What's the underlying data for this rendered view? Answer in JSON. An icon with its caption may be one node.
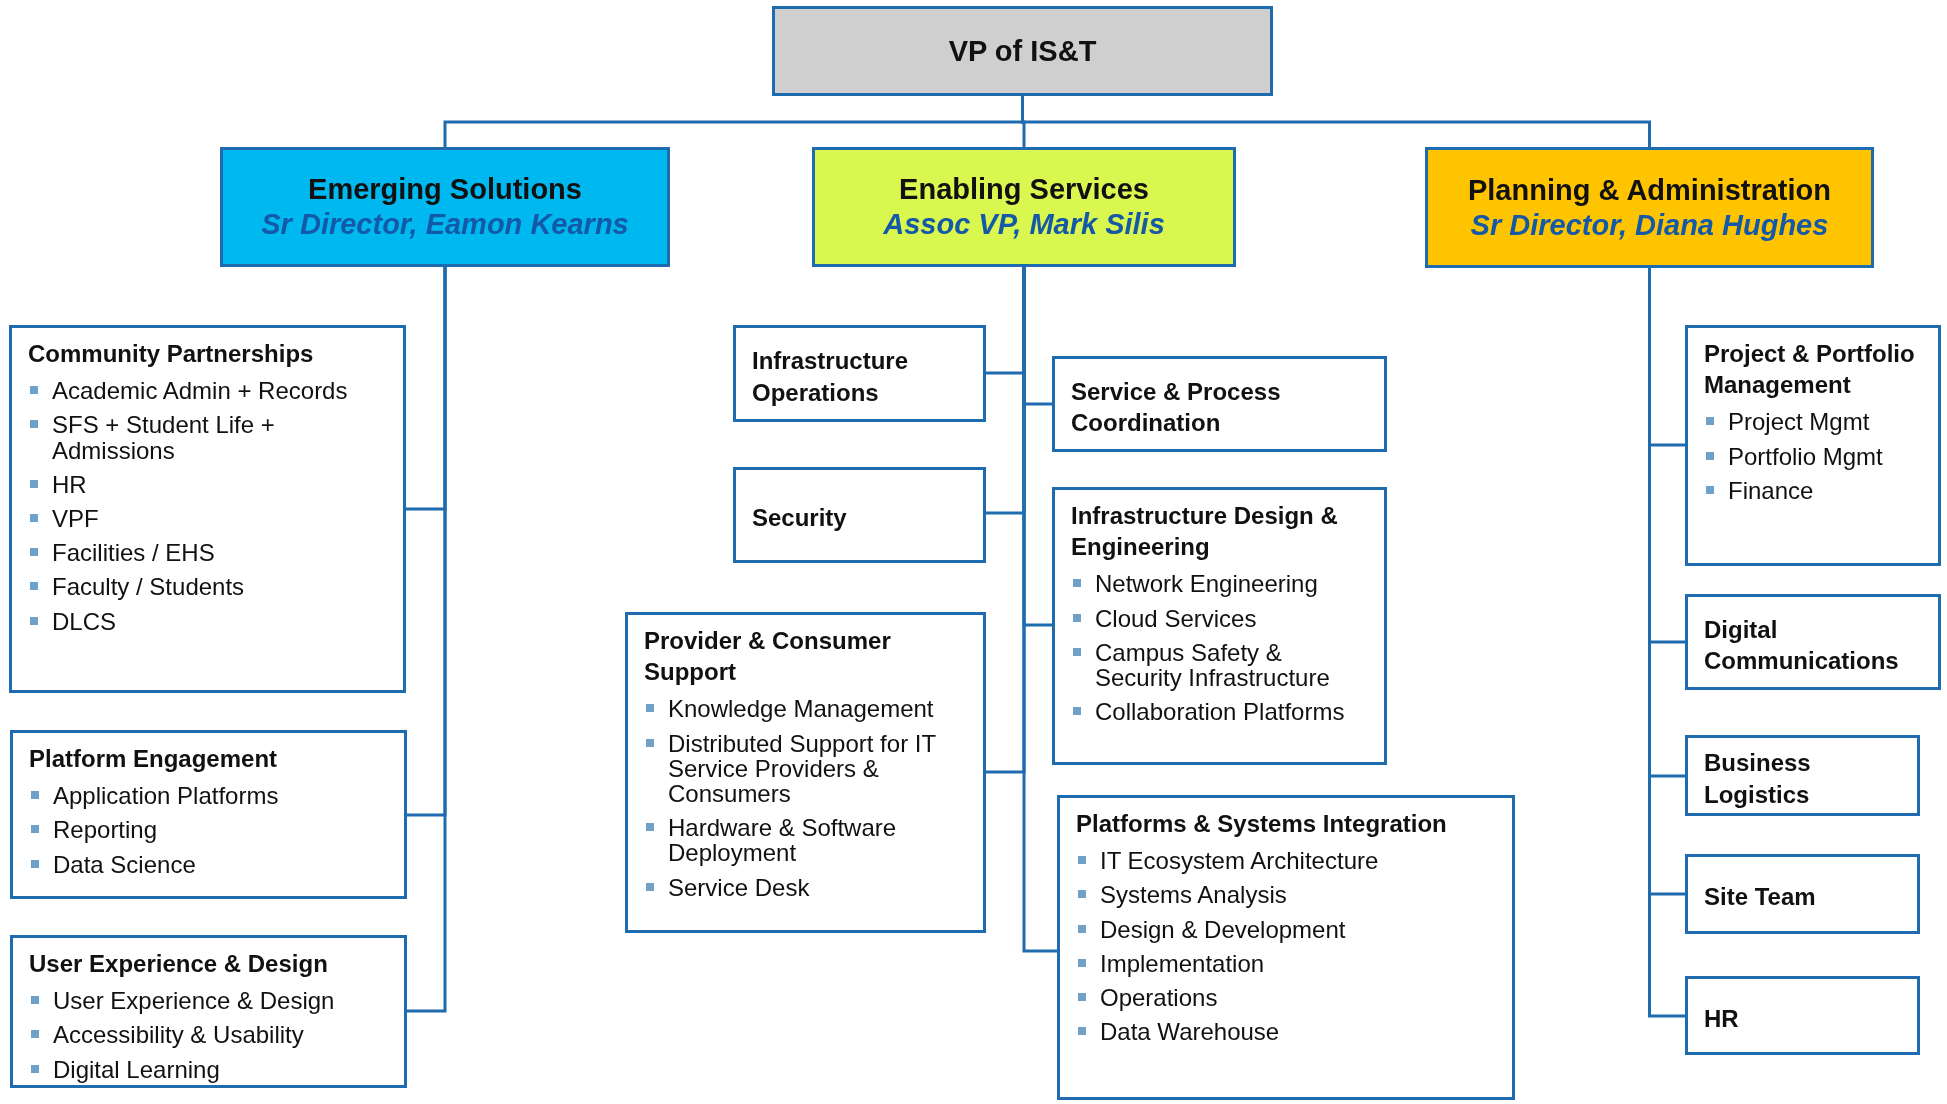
{
  "diagram": {
    "nodes": [
      {
        "text": [
          "VP of IS&T"
        ]
      },
      {
        "text": [
          "Emerging Solutions",
          "Sr Director, Eamon Kearns"
        ]
      },
      {
        "text": [
          "Enabling Services",
          "Assoc VP, Mark Silis"
        ]
      },
      {
        "text": [
          "Planning & Administration",
          "Sr Director, Diana Hughes"
        ]
      },
      {
        "text": [
          "Community Partnerships",
          "Academic Admin + Records",
          "SFS + Student Life + Admissions",
          "HR",
          "VPF",
          "Facilities / EHS",
          "Faculty / Students",
          "DLCS"
        ]
      },
      {
        "text": [
          "Platform Engagement",
          "Application Platforms",
          "Reporting",
          "Data Science"
        ]
      },
      {
        "text": [
          "User Experience & Design",
          "User Experience & Design",
          "Accessibility & Usability",
          "Digital Learning"
        ]
      },
      {
        "text": [
          "Infrastructure Operations"
        ]
      },
      {
        "text": [
          "Security"
        ]
      },
      {
        "text": [
          "Provider & Consumer Support",
          "Knowledge Management",
          "Distributed Support for IT Service Providers & Consumers",
          "Hardware & Software Deployment",
          "Service Desk"
        ]
      },
      {
        "text": [
          "Service & Process Coordination"
        ]
      },
      {
        "text": [
          "Infrastructure  Design & Engineering",
          "Network Engineering",
          "Cloud Services",
          "Campus Safety & Security Infrastructure",
          "Collaboration Platforms"
        ]
      },
      {
        "text": [
          "Platforms & Systems Integration",
          "IT Ecosystem Architecture",
          "Systems Analysis",
          "Design & Development",
          "Implementation",
          "Operations",
          "Data Warehouse"
        ]
      },
      {
        "text": [
          "Project & Portfolio Management",
          "Project Mgmt",
          "Portfolio Mgmt",
          "Finance"
        ]
      },
      {
        "text": [
          "Digital Communications"
        ]
      },
      {
        "text": [
          "Business Logistics"
        ]
      },
      {
        "text": [
          "Site Team"
        ]
      },
      {
        "text": [
          "HR"
        ]
      }
    ],
    "edges": [
      {
        "from": 0,
        "to": 1,
        "arrow": "none"
      },
      {
        "from": 0,
        "to": 2,
        "arrow": "none"
      },
      {
        "from": 0,
        "to": 3,
        "arrow": "none"
      },
      {
        "from": 1,
        "to": 4,
        "arrow": "none"
      },
      {
        "from": 1,
        "to": 5,
        "arrow": "none"
      },
      {
        "from": 1,
        "to": 6,
        "arrow": "none"
      },
      {
        "from": 2,
        "to": 7,
        "arrow": "none"
      },
      {
        "from": 2,
        "to": 8,
        "arrow": "none"
      },
      {
        "from": 2,
        "to": 9,
        "arrow": "none"
      },
      {
        "from": 2,
        "to": 10,
        "arrow": "none"
      },
      {
        "from": 2,
        "to": 11,
        "arrow": "none"
      },
      {
        "from": 2,
        "to": 12,
        "arrow": "none"
      },
      {
        "from": 3,
        "to": 13,
        "arrow": "none"
      },
      {
        "from": 3,
        "to": 14,
        "arrow": "none"
      },
      {
        "from": 3,
        "to": 15,
        "arrow": "none"
      },
      {
        "from": 3,
        "to": 16,
        "arrow": "none"
      },
      {
        "from": 3,
        "to": 17,
        "arrow": "none"
      }
    ]
  }
}
